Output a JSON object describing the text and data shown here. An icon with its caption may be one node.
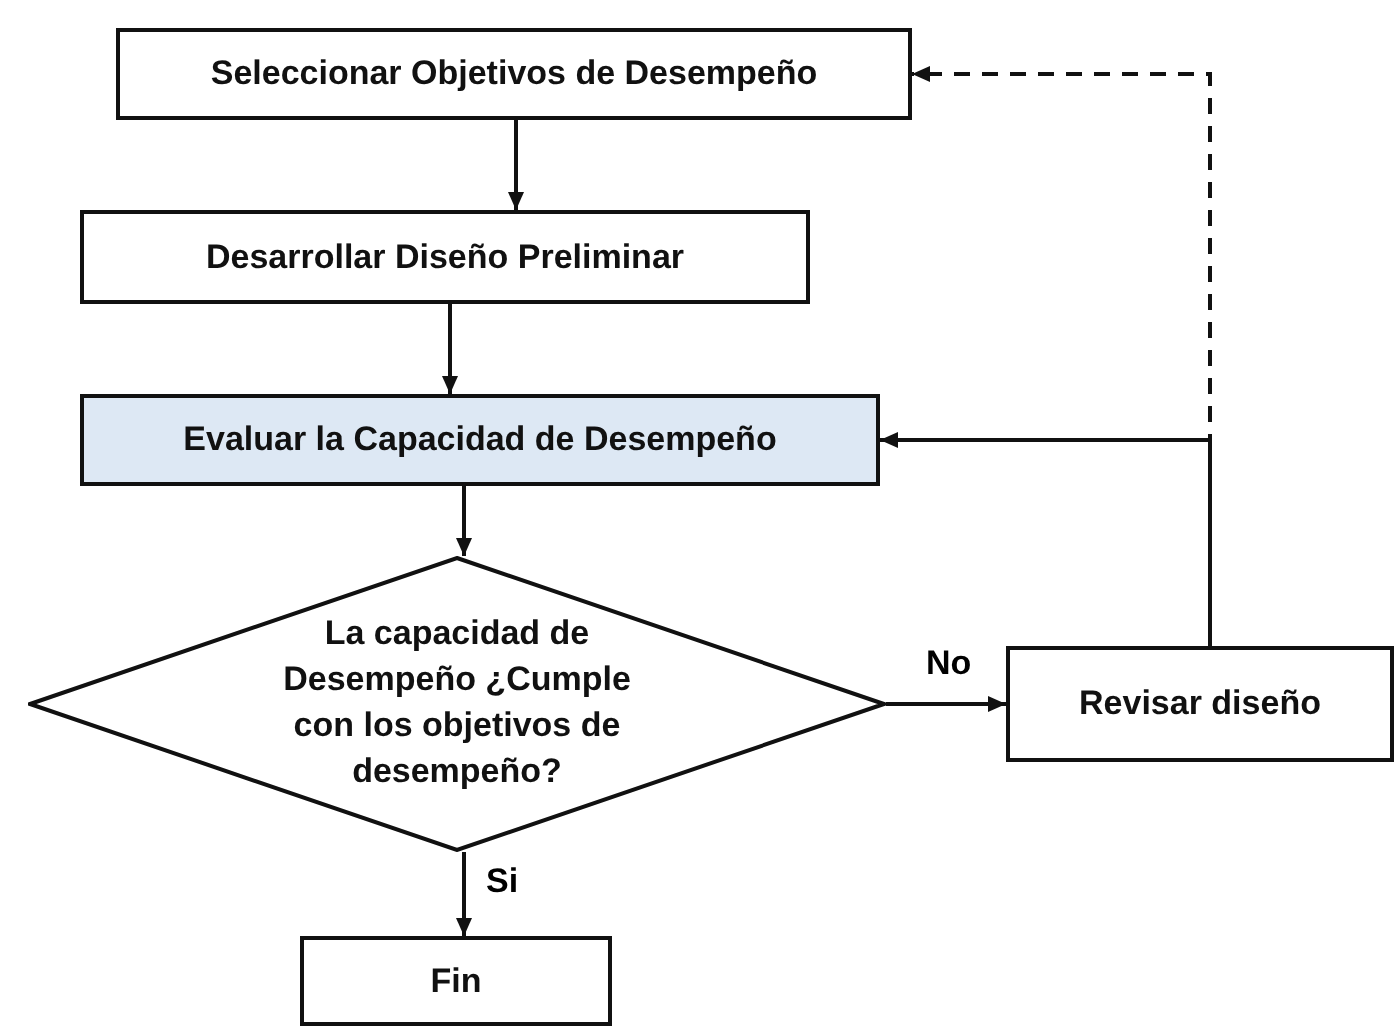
{
  "diagram": {
    "nodes": [
      {
        "text": [
          "Seleccionar Objetivos de Desempeño"
        ]
      },
      {
        "text": [
          "Desarrollar Diseño Preliminar"
        ]
      },
      {
        "text": [
          "Evaluar la Capacidad de Desempeño"
        ]
      },
      {
        "text": [
          "La capacidad de Desempeño ¿Cumple con los objetivos de desempeño?"
        ]
      },
      {
        "text": [
          "Revisar diseño"
        ]
      },
      {
        "text": [
          "Fin"
        ]
      }
    ],
    "edges": [
      {
        "from": 0,
        "to": 1,
        "arrow": "to"
      },
      {
        "from": 1,
        "to": 2,
        "arrow": "to"
      },
      {
        "from": 2,
        "to": 3,
        "arrow": "to"
      },
      {
        "from": 3,
        "to": 4,
        "arrow": "to",
        "label": "No"
      },
      {
        "from": 3,
        "to": 5,
        "arrow": "to",
        "label": "Si"
      },
      {
        "from": 4,
        "to": 2,
        "arrow": "to"
      },
      {
        "from": 4,
        "to": 0,
        "arrow": "to",
        "style": "dashed"
      }
    ]
  }
}
